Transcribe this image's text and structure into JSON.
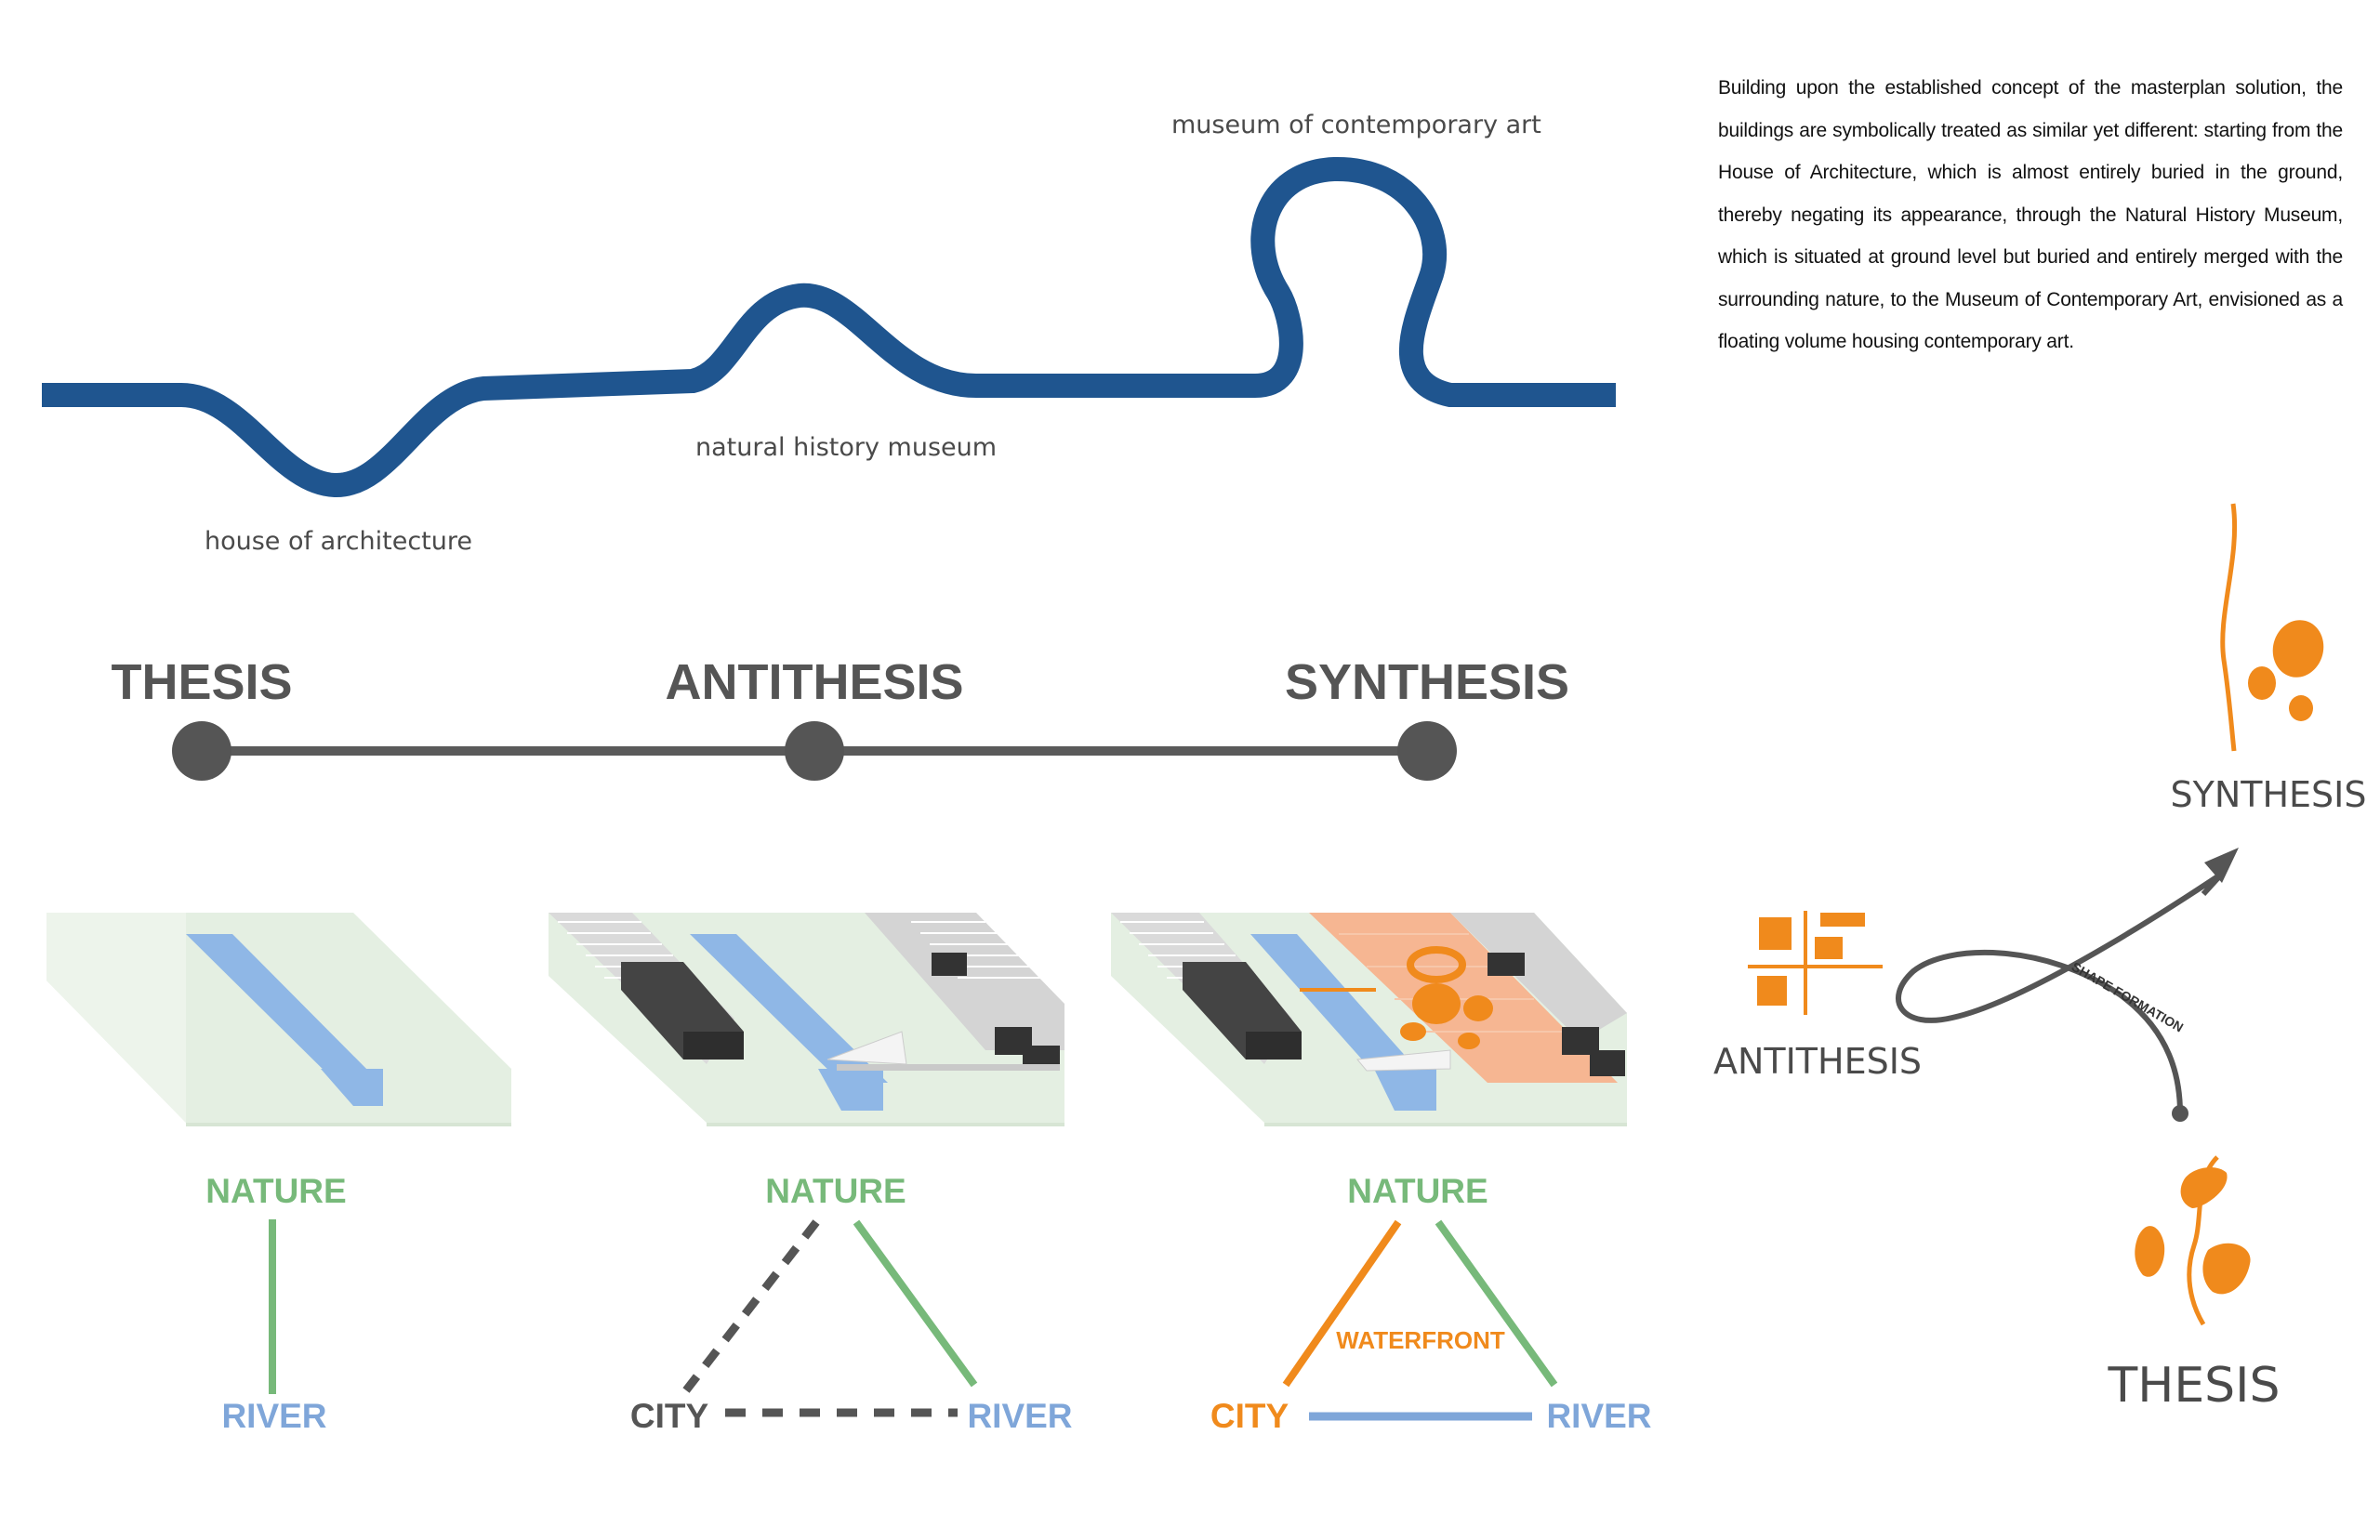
{
  "wave": {
    "labels": {
      "house": "house of architecture",
      "natural": "natural history museum",
      "contemporary": "museum of contemporary art"
    },
    "color": "#1f558f"
  },
  "description": "Building upon the established concept of the masterplan solution, the buildings are symbolically treated as similar yet different: starting from the House of Architecture, which is almost entirely buried in the ground, thereby negating its appearance, through the Natural History Museum, which is situated at ground level but buried and entirely merged with the surrounding nature, to the Museum of Contemporary Art, envisioned as a floating volume housing contemporary art.",
  "timeline": {
    "stages": [
      "THESIS",
      "ANTITHESIS",
      "SYNTHESIS"
    ]
  },
  "triangles": {
    "thesis": {
      "top": "NATURE",
      "bottom": "RIVER"
    },
    "antithesis": {
      "top": "NATURE",
      "left": "CITY",
      "right": "RIVER"
    },
    "synthesis": {
      "top": "NATURE",
      "left": "CITY",
      "right": "RIVER",
      "center": "WATERFRONT"
    }
  },
  "process": {
    "synthesis": "SYNTHESIS",
    "antithesis": "ANTITHESIS",
    "thesis": "THESIS",
    "arrow_label": "SHAPE FORMATION"
  },
  "colors": {
    "nature_green": "#77b97a",
    "river_blue": "#7fa6d9",
    "city_orange": "#f08a1c",
    "dark_gray": "#555555",
    "land_green": "#e4efe2"
  }
}
